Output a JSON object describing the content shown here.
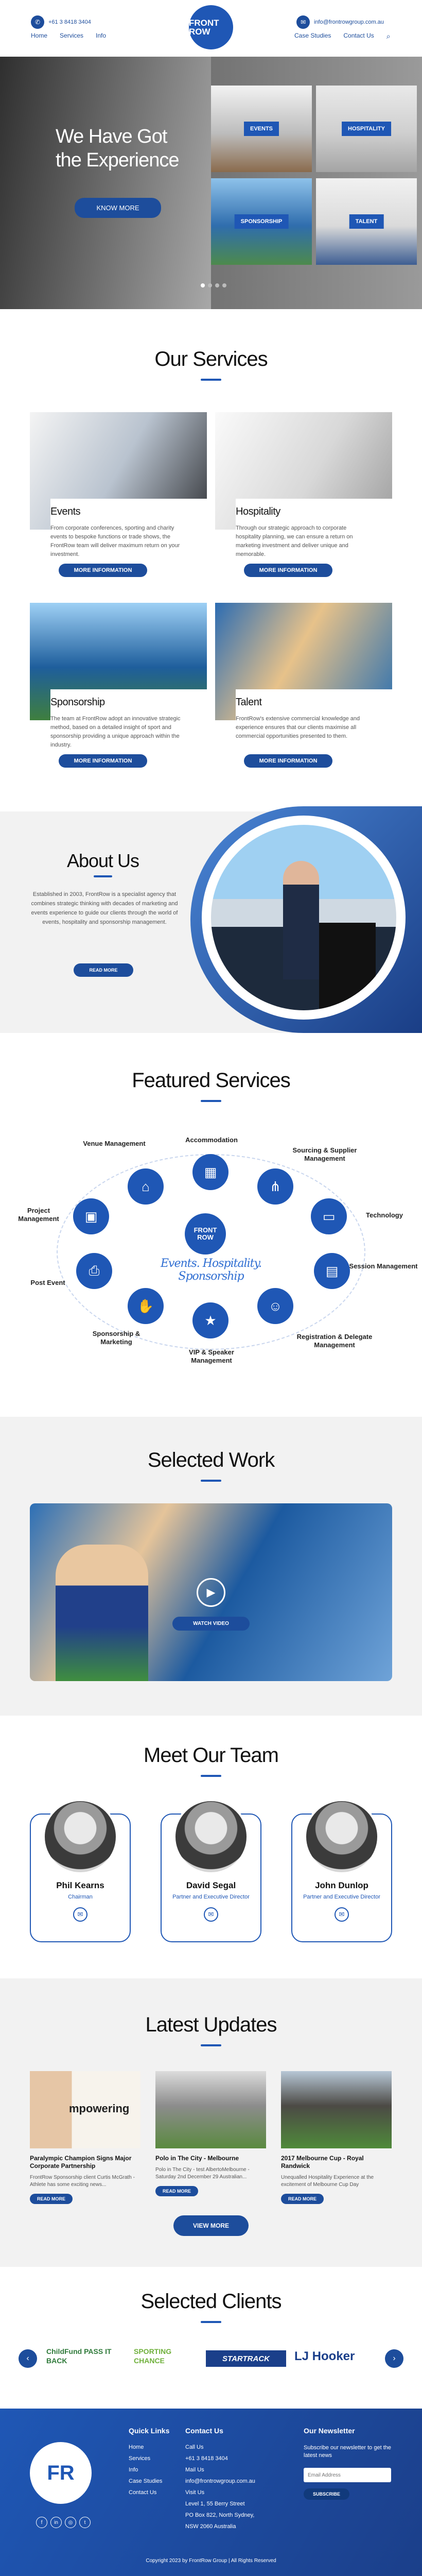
{
  "header": {
    "phone": "+61 3 8418 3404",
    "email": "info@frontrowgroup.com.au",
    "nav_left": [
      "Home",
      "Services",
      "Info"
    ],
    "nav_right": [
      "Case Studies",
      "Contact Us"
    ],
    "logo_top": "FRONT ROW"
  },
  "hero": {
    "title_line1": "We Have Got",
    "title_line2": "the Experience",
    "button": "KNOW MORE",
    "tiles": [
      "EVENTS",
      "HOSPITALITY",
      "SPONSORSHIP",
      "TALENT"
    ]
  },
  "services": {
    "heading": "Our Services",
    "cards": [
      {
        "title": "Events",
        "text": "From corporate conferences, sporting and charity events to bespoke functions or trade shows, the FrontRow team will deliver maximum return on your investment.",
        "button": "MORE INFORMATION"
      },
      {
        "title": "Hospitality",
        "text": "Through our strategic approach to corporate hospitality planning, we can ensure a return on marketing investment and deliver unique and memorable.",
        "button": "MORE INFORMATION"
      },
      {
        "title": "Sponsorship",
        "text": "The team at FrontRow adopt an innovative strategic method, based on a detailed insight of sport and sponsorship providing a unique approach within the industry.",
        "button": "MORE INFORMATION"
      },
      {
        "title": "Talent",
        "text": "FrontRow's extensive commercial knowledge and experience ensures that our clients maximise all commercial opportunities presented to them.",
        "button": "MORE INFORMATION"
      }
    ]
  },
  "about": {
    "heading": "About Us",
    "text": "Established in 2003, FrontRow is a specialist agency that combines strategic thinking with decades of marketing and events experience to guide our clients through the world of events, hospitality and sponsorship management.",
    "button": "READ MORE"
  },
  "featured": {
    "heading": "Featured Services",
    "tagline": "Events. Hospitality. Sponsorship",
    "logo_text": "FRONT ROW",
    "items": [
      {
        "label": "Accommodation",
        "icon": "building-icon"
      },
      {
        "label": "Sourcing & Supplier Management",
        "icon": "share-icon"
      },
      {
        "label": "Technology",
        "icon": "monitor-icon"
      },
      {
        "label": "Session Management",
        "icon": "document-icon"
      },
      {
        "label": "Registration & Delegate Management",
        "icon": "people-icon"
      },
      {
        "label": "VIP & Speaker Management",
        "icon": "star-icon"
      },
      {
        "label": "Sponsorship & Marketing",
        "icon": "handshake-icon"
      },
      {
        "label": "Post Event",
        "icon": "pdf-icon"
      },
      {
        "label": "Project Management",
        "icon": "clipboard-icon"
      },
      {
        "label": "Venue Management",
        "icon": "home-icon"
      }
    ]
  },
  "work": {
    "heading": "Selected Work",
    "button": "WATCH VIDEO"
  },
  "team": {
    "heading": "Meet Our Team",
    "members": [
      {
        "name": "Phil Kearns",
        "role": "Chairman"
      },
      {
        "name": "David Segal",
        "role": "Partner and Executive Director"
      },
      {
        "name": "John Dunlop",
        "role": "Partner and Executive Director"
      }
    ]
  },
  "updates": {
    "heading": "Latest Updates",
    "posts": [
      {
        "title": "Paralympic Champion Signs Major Corporate Partnership",
        "text": "FrontRow Sponsorship client Curtis McGrath - Athlete has some exciting news...",
        "button": "READ MORE",
        "overlay": "mpowering"
      },
      {
        "title": "Polo in The City - Melbourne",
        "text": "Polo in The City - test AlbertoMelbourne - Saturday 2nd December 29 Australian...",
        "button": "READ MORE",
        "overlay": ""
      },
      {
        "title": "2017 Melbourne Cup - Royal Randwick",
        "text": "Unequalled Hospitality Experience at the excitement of Melbourne Cup Day",
        "button": "READ MORE",
        "overlay": ""
      }
    ],
    "view_more": "VIEW MORE"
  },
  "clients": {
    "heading": "Selected Clients",
    "logos": [
      "ChildFund PASS IT BACK",
      "SPORTING CHANCE",
      "STARTRACK",
      "LJ Hooker"
    ]
  },
  "footer": {
    "quick_links_heading": "Quick Links",
    "quick_links": [
      "Home",
      "Services",
      "Info",
      "Case Studies",
      "Contact Us"
    ],
    "contact_heading": "Contact Us",
    "contact": [
      "Call Us",
      "+61 3 8418 3404",
      "Mail Us",
      "info@frontrowgroup.com.au",
      "Visit Us",
      "Level 1, 55 Berry Street",
      "PO Box 822, North Sydney,",
      "NSW 2060 Australia"
    ],
    "newsletter_heading": "Our Newsletter",
    "newsletter_text": "Subscribe our newsletter to get the latest news",
    "newsletter_placeholder": "Email Address",
    "subscribe": "SUBSCRIBE",
    "copyright": "Copyright 2023 by FrontRow Group | All Rights Reserved"
  },
  "colors": {
    "brand": "#1f57b5",
    "dark_brand": "#1d4d9c"
  }
}
